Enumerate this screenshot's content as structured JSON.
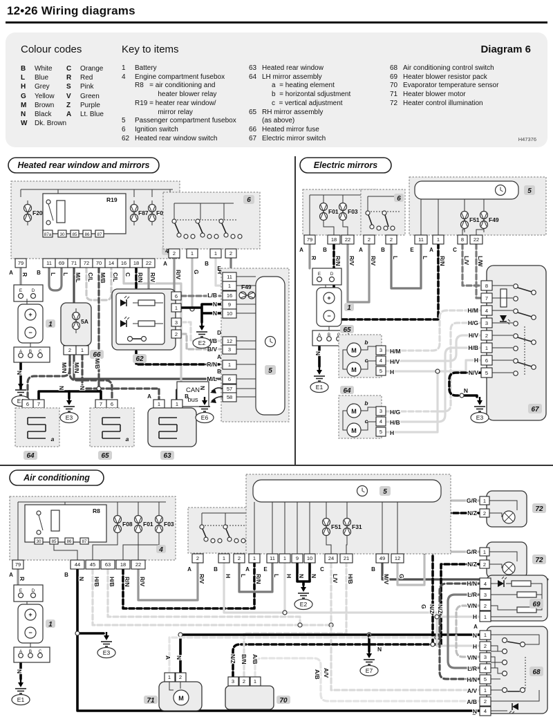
{
  "page": {
    "title": "12•26  Wiring diagrams",
    "diagram": "Diagram 6",
    "ref": "H47376"
  },
  "legend": {
    "colour_title": "Colour codes",
    "key_title": "Key to items",
    "codes": [
      [
        "B",
        "White"
      ],
      [
        "L",
        "Blue"
      ],
      [
        "H",
        "Grey"
      ],
      [
        "G",
        "Yellow"
      ],
      [
        "M",
        "Brown"
      ],
      [
        "N",
        "Black"
      ],
      [
        "W",
        "Dk. Brown"
      ],
      [
        "C",
        "Orange"
      ],
      [
        "R",
        "Red"
      ],
      [
        "S",
        "Pink"
      ],
      [
        "V",
        "Green"
      ],
      [
        "Z",
        "Purple"
      ],
      [
        "A",
        "Lt. Blue"
      ]
    ],
    "col1": [
      [
        "1",
        "Battery"
      ],
      [
        "4",
        "Engine compartment fusebox"
      ],
      [
        "",
        "R8   = air conditioning and"
      ],
      [
        "",
        "            heater blower relay"
      ],
      [
        "",
        "R19 = heater rear window/"
      ],
      [
        "",
        "            mirror relay"
      ],
      [
        "5",
        "Passenger compartment fusebox"
      ],
      [
        "6",
        "Ignition switch"
      ],
      [
        "62",
        "Heated rear window switch"
      ]
    ],
    "col2": [
      [
        "63",
        "Heated rear window"
      ],
      [
        "64",
        "LH mirror assembly"
      ],
      [
        "",
        "a  = heating element"
      ],
      [
        "",
        "b  = horizontal sdjustment"
      ],
      [
        "",
        "c  = vertical adjustment"
      ],
      [
        "65",
        "RH mirror assembly"
      ],
      [
        "",
        "(as above)"
      ],
      [
        "66",
        "Heated mirror fuse"
      ],
      [
        "67",
        "Electric mirror switch"
      ]
    ],
    "col3": [
      [
        "68",
        "Air conditioning control switch"
      ],
      [
        "69",
        "Heater blower resistor pack"
      ],
      [
        "70",
        "Evaporator temperature sensor"
      ],
      [
        "71",
        "Heater blower motor"
      ],
      [
        "72",
        "Heater control illumination"
      ]
    ]
  },
  "sym": {
    "plus": "+",
    "minus": "−",
    "m": "M",
    "n1": "1"
  },
  "g": {
    "A": "A",
    "B": "B",
    "C": "C",
    "D": "D",
    "E": "E"
  },
  "gnd": {
    "e1": "E1",
    "e2": "E2",
    "e3": "E3",
    "e6": "E6",
    "e7": "E7",
    "n": "N"
  },
  "bat": {
    "e": "E",
    "d": "D",
    "a": "A",
    "b": "B",
    "c": "C"
  },
  "d1": {
    "title": "Heated rear window and mirrors",
    "n4": "4",
    "r19": "R19",
    "rp": [
      "87a",
      "30",
      "85",
      "86",
      "87"
    ],
    "f": [
      "F20",
      "F87",
      "F01",
      "F03"
    ],
    "p79": "79",
    "pB": [
      "11",
      "69",
      "71",
      "72",
      "70",
      "14",
      "16",
      "18",
      "22"
    ],
    "w79": "R",
    "wB": [
      "L",
      "L",
      "M/L",
      "C/L",
      "M/B",
      "C/L",
      "C",
      "R/N",
      "R/V"
    ],
    "n6": "6",
    "i6pA": [
      "2",
      "1"
    ],
    "i6pB": [
      "1",
      "2"
    ],
    "i6wA": [
      "R/V",
      "G"
    ],
    "i6wB": [
      "H",
      "L"
    ],
    "n66": "66",
    "f66": "5A",
    "i66p": [
      "2",
      "1"
    ],
    "i66w": [
      "M/N",
      "M/N"
    ],
    "wMB": "M/B",
    "n62": "62",
    "i62p": [
      "6",
      "1",
      "3",
      "2"
    ],
    "n5": "5",
    "pE": [
      "11",
      "1",
      "16",
      "9",
      "10"
    ],
    "f49": "F49",
    "pD": [
      "12",
      "3"
    ],
    "pA1": "1",
    "pB5": [
      "6",
      "57",
      "58"
    ],
    "w5": [
      "L/B",
      "N",
      "N",
      "H/B",
      "B/V",
      "R/N",
      "M/L"
    ],
    "can": [
      "CAN",
      "bus"
    ],
    "n64": "64",
    "i64p": [
      "6",
      "7"
    ],
    "a": "a",
    "n65": "65",
    "i65p": [
      "7",
      "6"
    ],
    "n63": "63",
    "i63p": [
      "1",
      "1"
    ]
  },
  "d2": {
    "title": "Electric mirrors",
    "n4": "4",
    "f4": [
      "F01",
      "F03"
    ],
    "p79": "79",
    "pB": [
      "18",
      "22"
    ],
    "w4": [
      "R",
      "R/N",
      "R/V"
    ],
    "n6": "6",
    "i6pA": "2",
    "i6pB": "2",
    "i6w": [
      "R/V",
      "L"
    ],
    "n5": "5",
    "f5": [
      "F51",
      "F49"
    ],
    "pE": "11",
    "pA1": "1",
    "pC": [
      "8",
      "22"
    ],
    "w5": [
      "L",
      "R/N",
      "L/V",
      "L/W"
    ],
    "n67": "67",
    "p67": [
      "8",
      "7",
      "4",
      "3",
      "2",
      "1",
      "6",
      "5"
    ],
    "w67": [
      "H/M",
      "H/G",
      "H/V",
      "H/B",
      "H",
      "N/V"
    ],
    "n65": "65",
    "p65": [
      "3",
      "4",
      "5"
    ],
    "w65": [
      "H/M",
      "H/V",
      "H"
    ],
    "n64": "64",
    "p64": [
      "3",
      "4",
      "5"
    ],
    "w64": [
      "H/G",
      "H/B",
      "H"
    ],
    "sb": "b",
    "sc": "c"
  },
  "d3": {
    "title": "Air conditioning",
    "n4": "4",
    "r8": "R8",
    "rp": [
      "30",
      "85",
      "86",
      "87"
    ],
    "f4": [
      "F08",
      "F01",
      "F03"
    ],
    "p79": "79",
    "pB": [
      "44",
      "45",
      "63",
      "18",
      "22"
    ],
    "w4": [
      "R",
      "N",
      "H/B",
      "H/B",
      "R/N",
      "R/V"
    ],
    "n6": "6",
    "i6pA": "2",
    "i6pB": [
      "1",
      "2"
    ],
    "i6w": [
      "R/V",
      "H",
      "L"
    ],
    "n5": "5",
    "f5": [
      "F51",
      "F31"
    ],
    "pA1": "1",
    "pE": [
      "11",
      "1",
      "9",
      "10"
    ],
    "pC": [
      "24",
      "21"
    ],
    "pB5": [
      "49",
      "12"
    ],
    "w5": [
      "R/N",
      "L",
      "H",
      "N",
      "N",
      "L/V",
      "H/B",
      "M/V",
      "G"
    ],
    "n72": "72",
    "p72": [
      "1",
      "2"
    ],
    "w72": [
      "G/R",
      "N/Z"
    ],
    "vert": [
      "G",
      "N/Z",
      "N/Z"
    ],
    "n69": "69",
    "p69": [
      "4",
      "3",
      "2",
      "1"
    ],
    "w69": [
      "H/N",
      "L/R",
      "V/N",
      "H"
    ],
    "n68": "68",
    "p68A": [
      "1",
      "2",
      "3",
      "4",
      "5"
    ],
    "w68A": [
      "N",
      "H",
      "V/N",
      "L/R",
      "H/N"
    ],
    "p68B": [
      "1",
      "2",
      "4"
    ],
    "w68B": [
      "A/V",
      "A/B",
      "N"
    ],
    "n71": "71",
    "p71": [
      "1",
      "2"
    ],
    "w71": [
      "A",
      "N"
    ],
    "n70": "70",
    "p70": [
      "3",
      "2",
      "1"
    ],
    "w70": [
      "N/Z",
      "B/N",
      "A/B"
    ]
  }
}
